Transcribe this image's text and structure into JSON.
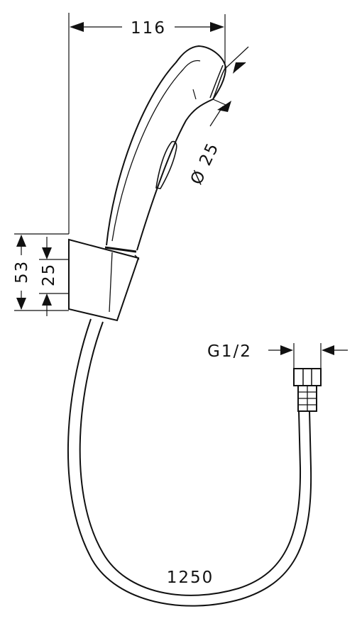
{
  "diagram": {
    "line_color": "#111111",
    "background": "#ffffff",
    "dimensions": {
      "width_top": "116",
      "head_diameter": "Ø 25",
      "holder_height": "53",
      "holder_inner": "25",
      "connector_thread": "G1/2",
      "hose_length": "1250"
    },
    "parts": {
      "handle": "spray handle",
      "holder": "wall holder",
      "hose": "hose",
      "connector": "G1/2 nut"
    }
  }
}
